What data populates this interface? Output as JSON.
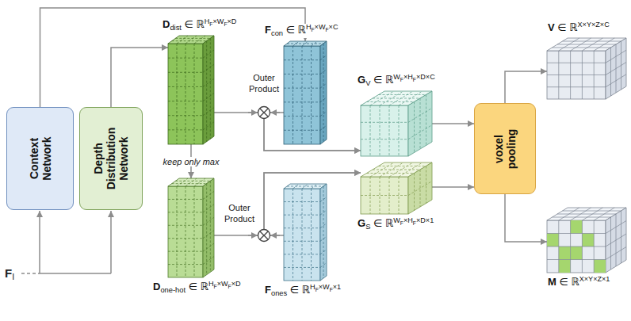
{
  "diagram": {
    "nodes": [
      {
        "text": [
          "Context Network"
        ]
      },
      {
        "text": [
          "Depth Distribution Network"
        ]
      },
      {
        "text": [
          "Ddist ∈ ℝHF×WF×D"
        ]
      },
      {
        "text": [
          "Fcon ∈ ℝHF×WF×C"
        ]
      },
      {
        "text": [
          "Done-hot ∈ ℝHF×WF×D"
        ]
      },
      {
        "text": [
          "Fones ∈ ℝHF×WF×1"
        ]
      },
      {
        "text": [
          "GV ∈ ℝWF×HF×D×C"
        ]
      },
      {
        "text": [
          "GS ∈ ℝWF×HF×D×1"
        ]
      },
      {
        "text": [
          "voxel pooling"
        ]
      },
      {
        "text": [
          "V ∈ ℝX×Y×Z×C"
        ]
      },
      {
        "text": [
          "M ∈ ℝX×Y×Z×1"
        ]
      }
    ],
    "edges": [
      {
        "from": 0,
        "to": 3,
        "arrow": "to"
      },
      {
        "from": 1,
        "to": 2,
        "arrow": "to"
      },
      {
        "from": 2,
        "to": 4,
        "label": "keep only max",
        "arrow": "to"
      },
      {
        "from": 2,
        "to": 6,
        "arrow": "to"
      },
      {
        "from": 3,
        "to": 6,
        "arrow": "to"
      },
      {
        "from": 4,
        "to": 7,
        "arrow": "to"
      },
      {
        "from": 5,
        "to": 7,
        "arrow": "to"
      },
      {
        "from": 6,
        "to": 8,
        "arrow": "to"
      },
      {
        "from": 7,
        "to": 8,
        "arrow": "to"
      },
      {
        "from": 8,
        "to": 9,
        "arrow": "to"
      },
      {
        "from": 8,
        "to": 10,
        "arrow": "to"
      }
    ],
    "labels": [
      "FI",
      "Outer Product",
      "Outer Product"
    ]
  }
}
